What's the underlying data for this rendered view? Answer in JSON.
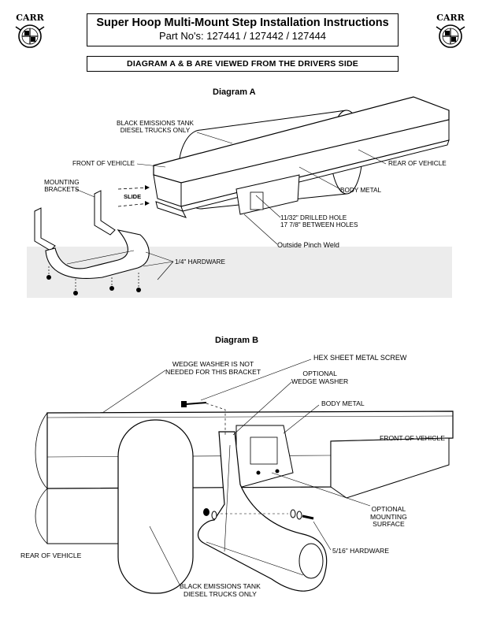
{
  "header": {
    "title": "Super Hoop Multi-Mount Step Installation Instructions",
    "part_numbers": "Part No's: 127441 / 127442 / 127444",
    "logo_text": "CARR"
  },
  "banner": "DIAGRAM A & B ARE VIEWED FROM THE DRIVERS SIDE",
  "diagram_a": {
    "title": "Diagram A",
    "labels": {
      "tank_line1": "BLACK EMISSIONS TANK",
      "tank_line2": "DIESEL TRUCKS ONLY",
      "front": "FRONT OF VEHICLE",
      "rear": "REAR OF VEHICLE",
      "brackets_line1": "MOUNTING",
      "brackets_line2": "BRACKETS",
      "slide": "SLIDE",
      "body_metal": "BODY METAL",
      "hole_line1": "11/32\" DRILLED HOLE",
      "hole_line2": "17 7/8\" BETWEEN HOLES",
      "pinch_weld": "Outside Pinch Weld",
      "hardware": "1/4\" HARDWARE"
    }
  },
  "diagram_b": {
    "title": "Diagram B",
    "labels": {
      "hex_screw": "HEX SHEET METAL SCREW",
      "wedge_not_line1": "WEDGE WASHER IS NOT",
      "wedge_not_line2": "NEEDED FOR THIS BRACKET",
      "opt_wedge_line1": "OPTIONAL",
      "opt_wedge_line2": "WEDGE WASHER",
      "body_metal": "BODY METAL",
      "front": "FRONT OF VEHICLE",
      "opt_mount_line1": "OPTIONAL",
      "opt_mount_line2": "MOUNTING",
      "opt_mount_line3": "SURFACE",
      "hardware": "5/16\" HARDWARE",
      "rear": "REAR OF VEHICLE",
      "tank_line1": "BLACK EMISSIONS TANK",
      "tank_line2": "DIESEL TRUCKS ONLY"
    }
  }
}
